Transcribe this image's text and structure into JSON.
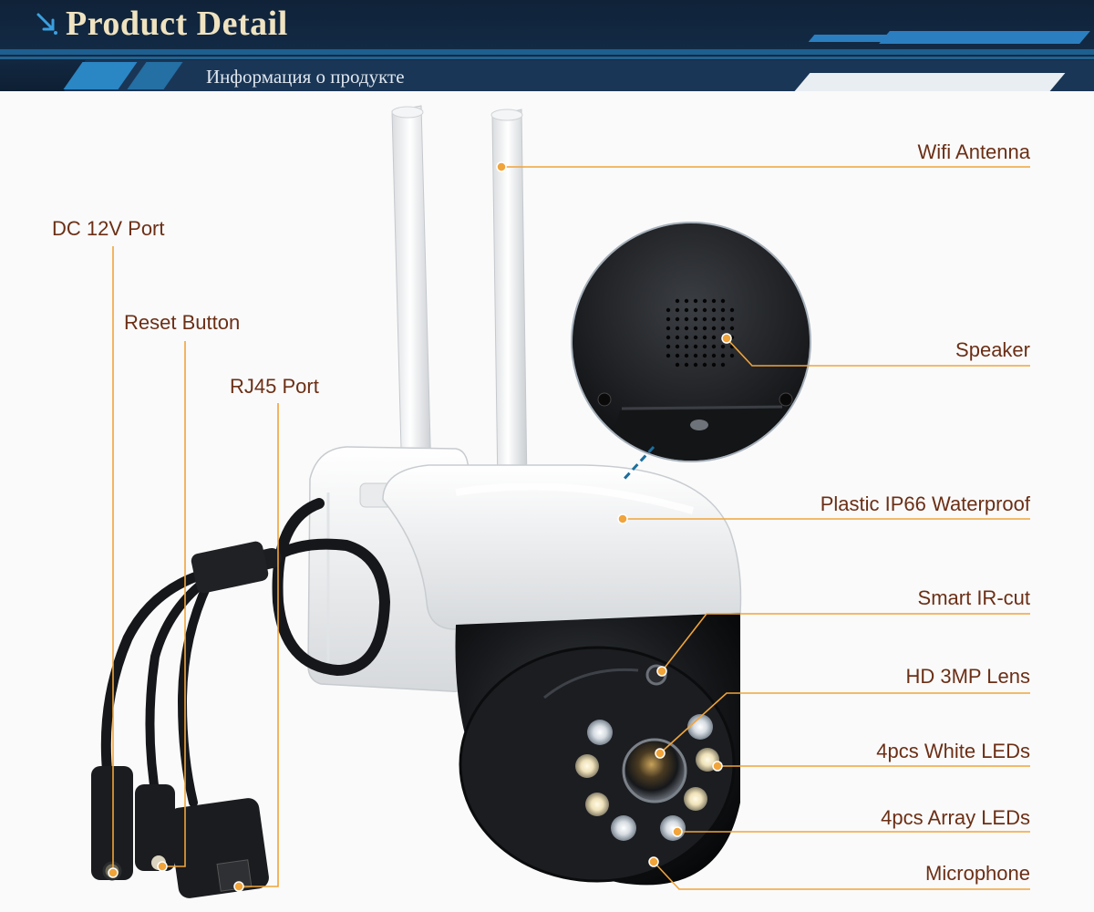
{
  "header": {
    "title": "Product Detail",
    "subtitle": "Информация о продукте"
  },
  "labels": {
    "wifi_antenna": "Wifi Antenna",
    "dc_port": "DC 12V Port",
    "reset_button": "Reset Button",
    "rj45_port": "RJ45 Port",
    "speaker": "Speaker",
    "waterproof": "Plastic IP66 Waterproof",
    "ir_cut": "Smart IR-cut",
    "lens": "HD 3MP Lens",
    "white_leds": "4pcs White LEDs",
    "array_leds": "4pcs Array LEDs",
    "microphone": "Microphone"
  },
  "colors": {
    "leader_line": "#f0a43a",
    "label_text": "#6b2f16",
    "header_bg": "#132a45",
    "title_text": "#efe3c0"
  }
}
